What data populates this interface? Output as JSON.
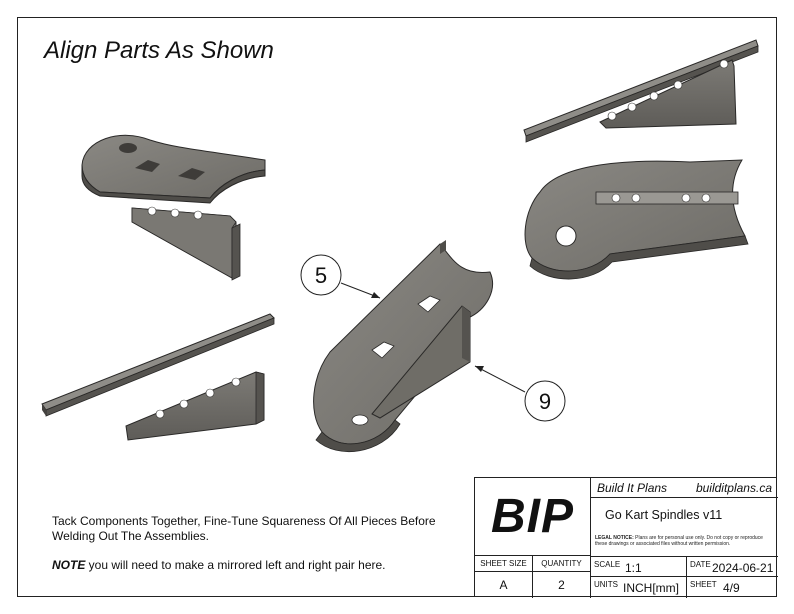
{
  "title": "Align Parts As Shown",
  "callouts": [
    {
      "label": "5"
    },
    {
      "label": "9"
    }
  ],
  "notes": {
    "instruction": "Tack Components Together, Fine-Tune Squareness Of All Pieces Before Welding Out The Assemblies.",
    "note_label": "NOTE",
    "note_text": " you will need to make a mirrored left and right pair here."
  },
  "title_block": {
    "logo": "BIP",
    "company": "Build It Plans",
    "website": "builditplans.ca",
    "project": "Go Kart Spindles v11",
    "legal_label": "LEGAL NOTICE:",
    "legal_text": " Plans are for personal use only. Do not copy or reproduce these drawings or associated files without written permission.",
    "sheet_size_label": "SHEET SIZE",
    "sheet_size": "A",
    "quantity_label": "QUANTITY",
    "quantity": "2",
    "scale_label": "SCALE",
    "scale": "1:1",
    "date_label": "DATE",
    "date": "2024-06-21",
    "units_label": "UNITS",
    "units": "INCH[mm]",
    "sheet_label": "SHEET",
    "sheet": "4/9"
  },
  "colors": {
    "part_light": "#8c8a84",
    "part_mid": "#6f6d67",
    "part_dark": "#4f4d49",
    "outline": "#2a2928"
  }
}
